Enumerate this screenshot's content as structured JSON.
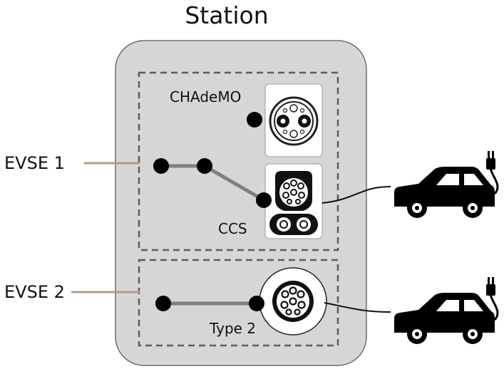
{
  "station": {
    "title": "Station"
  },
  "evse1": {
    "label": "EVSE 1",
    "connectors": {
      "chademo": "CHAdeMO",
      "ccs": "CCS"
    }
  },
  "evse2": {
    "label": "EVSE 2",
    "connectors": {
      "type2": "Type 2"
    }
  },
  "colors": {
    "station_fill": "#d6d6d6",
    "station_stroke": "#6e6e6e",
    "evse_border": "#6e5848",
    "pointer_line": "#b89a86",
    "switch_line": "#7f7f7f",
    "node": "#000000",
    "connector_card": "#ffffff"
  },
  "icons": [
    "chademo-connector-icon",
    "ccs-connector-icon",
    "type2-connector-icon",
    "electric-car-icon"
  ]
}
